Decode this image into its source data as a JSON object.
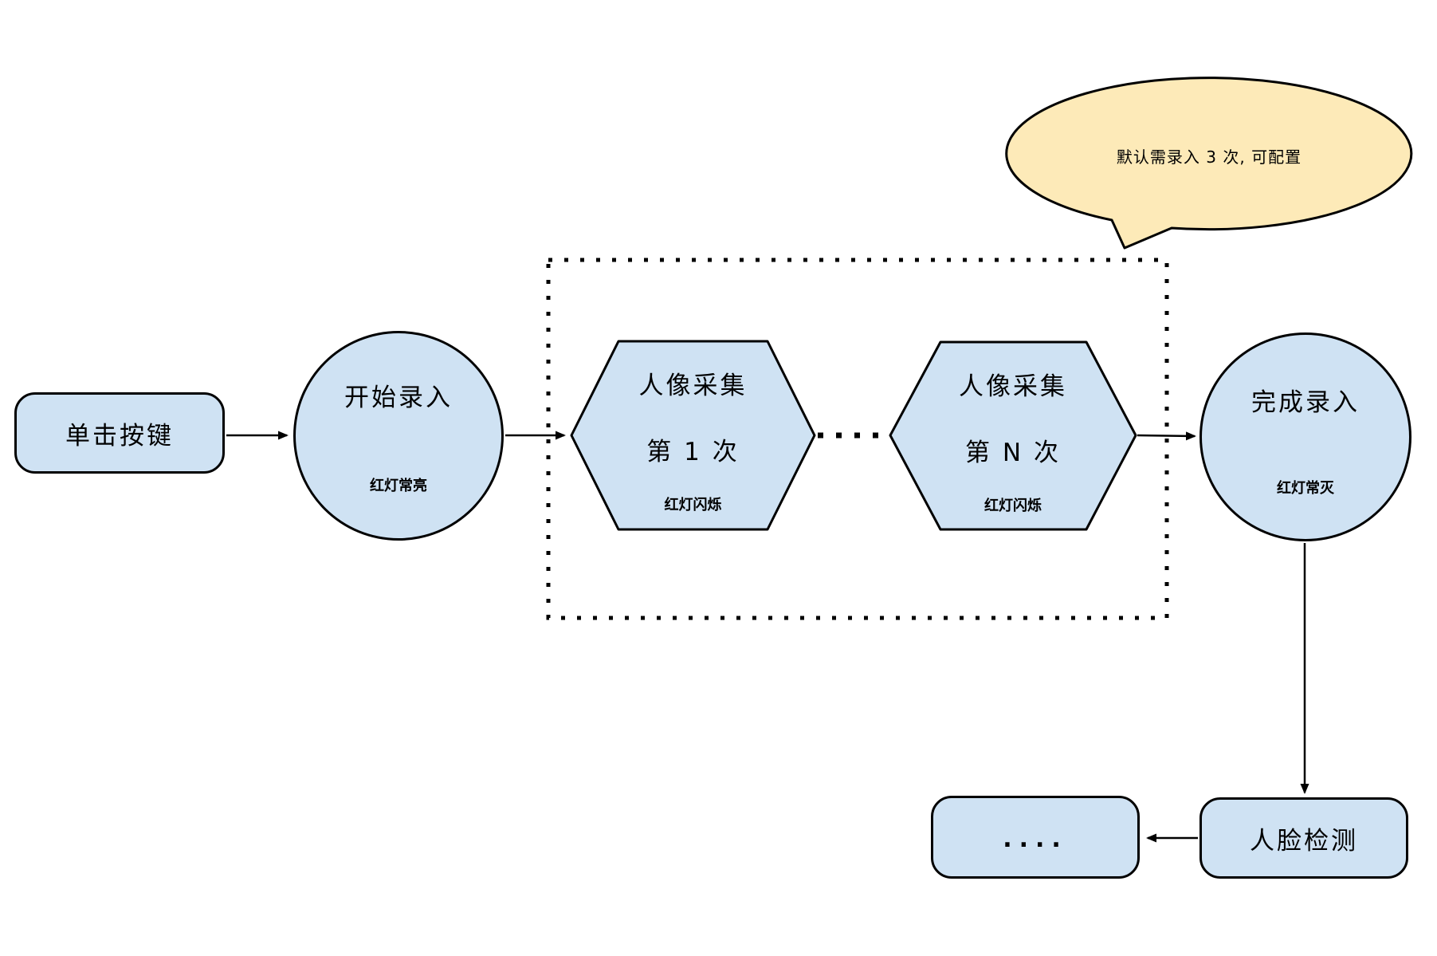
{
  "annotation": {
    "text": "默认需录入 3 次, 可配置"
  },
  "nodes": {
    "click_button": {
      "label": "单击按键"
    },
    "start_entry": {
      "title": "开始录入",
      "status": "红灯常亮"
    },
    "capture_first": {
      "title": "人像采集",
      "subtitle": "第 1 次",
      "status": "红灯闪烁"
    },
    "capture_nth": {
      "title": "人像采集",
      "subtitle": "第 N 次",
      "status": "红灯闪烁"
    },
    "finish_entry": {
      "title": "完成录入",
      "status": "红灯常灭"
    },
    "face_detection": {
      "label": "人脸检测"
    },
    "more_steps": {
      "label": "...."
    }
  },
  "colors": {
    "node_fill": "#cfe2f3",
    "bubble_fill": "#fdeab8",
    "stroke": "#000000"
  }
}
